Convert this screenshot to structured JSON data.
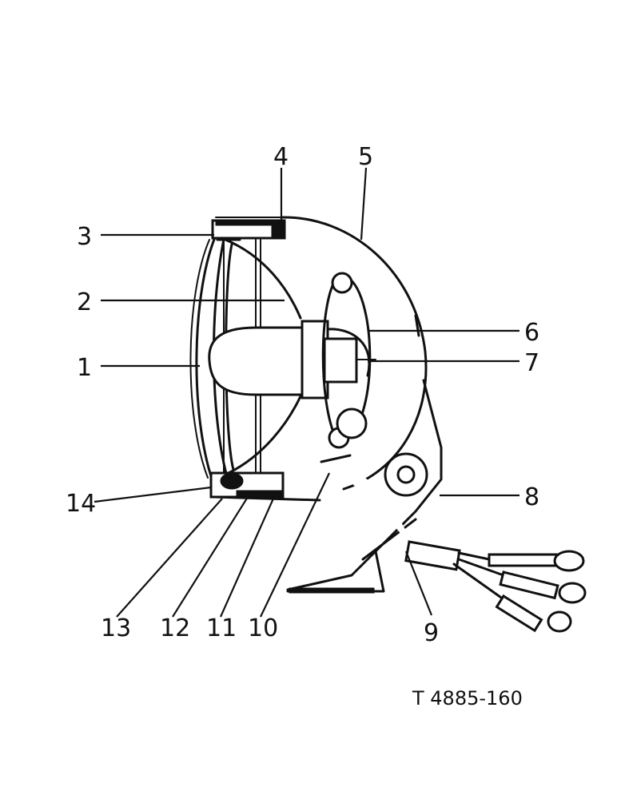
{
  "callouts": [
    "1",
    "2",
    "3",
    "4",
    "5",
    "6",
    "7",
    "8",
    "9",
    "10",
    "11",
    "12",
    "13",
    "14"
  ],
  "figure_id": "T 4885-160"
}
